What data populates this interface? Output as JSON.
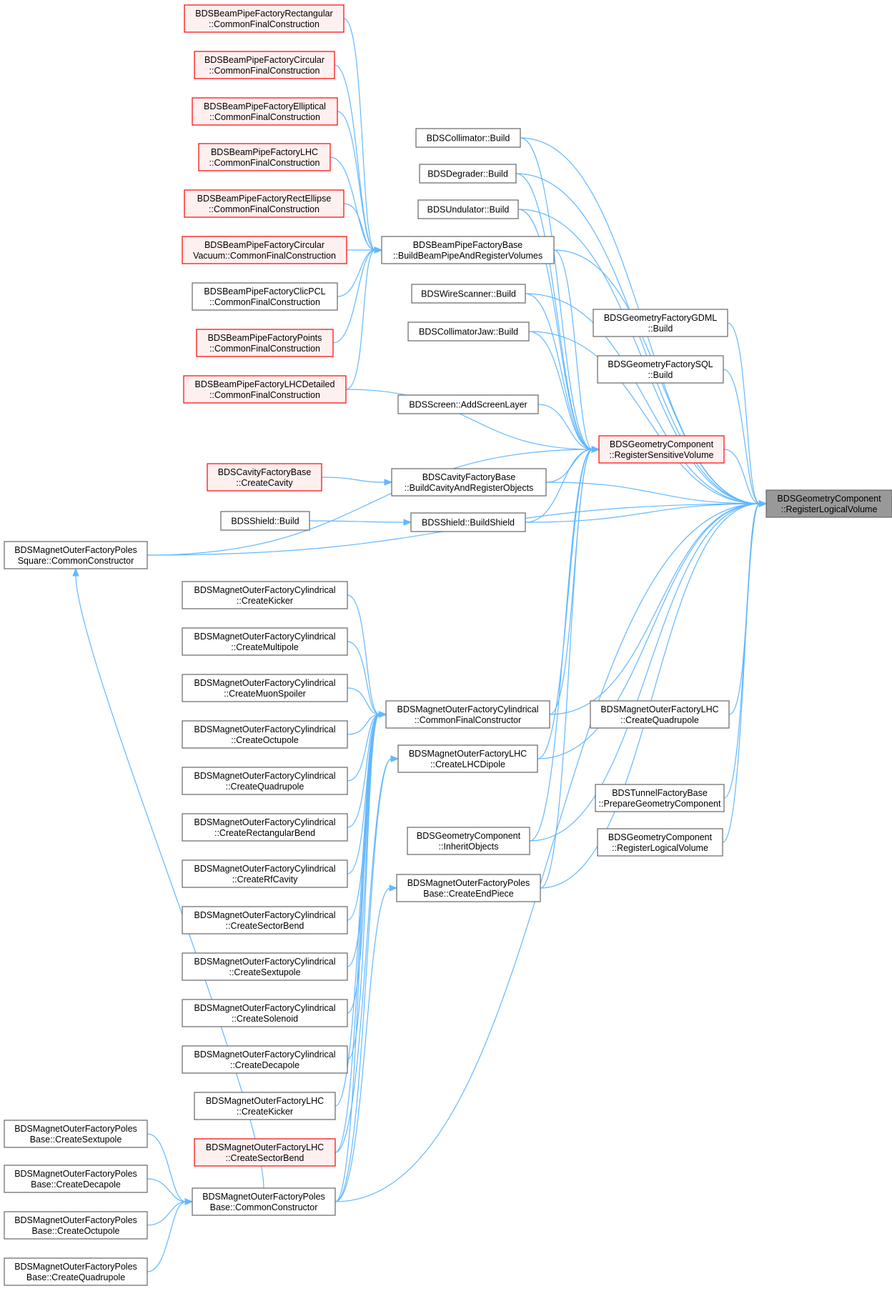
{
  "graph": {
    "target": "n_target",
    "nodes": [
      {
        "id": "n_target",
        "lines": [
          "BDSGeometryComponent",
          "::RegisterLogicalVolume"
        ],
        "style": "target"
      },
      {
        "id": "n_rsv",
        "lines": [
          "BDSGeometryComponent",
          "::RegisterSensitiveVolume"
        ],
        "style": "red"
      },
      {
        "id": "n_bbp",
        "lines": [
          "BDSBeamPipeFactoryBase",
          "::BuildBeamPipeAndRegisterVolumes"
        ],
        "style": "normal"
      },
      {
        "id": "n_bp_rect",
        "lines": [
          "BDSBeamPipeFactoryRectangular",
          "::CommonFinalConstruction"
        ],
        "style": "red"
      },
      {
        "id": "n_bp_circ",
        "lines": [
          "BDSBeamPipeFactoryCircular",
          "::CommonFinalConstruction"
        ],
        "style": "red"
      },
      {
        "id": "n_bp_ell",
        "lines": [
          "BDSBeamPipeFactoryElliptical",
          "::CommonFinalConstruction"
        ],
        "style": "red"
      },
      {
        "id": "n_bp_lhc",
        "lines": [
          "BDSBeamPipeFactoryLHC",
          "::CommonFinalConstruction"
        ],
        "style": "red"
      },
      {
        "id": "n_bp_recte",
        "lines": [
          "BDSBeamPipeFactoryRectEllipse",
          "::CommonFinalConstruction"
        ],
        "style": "red"
      },
      {
        "id": "n_bp_cvac",
        "lines": [
          "BDSBeamPipeFactoryCircular",
          "Vacuum::CommonFinalConstruction"
        ],
        "style": "red"
      },
      {
        "id": "n_bp_clic",
        "lines": [
          "BDSBeamPipeFactoryClicPCL",
          "::CommonFinalConstruction"
        ],
        "style": "normal"
      },
      {
        "id": "n_bp_pts",
        "lines": [
          "BDSBeamPipeFactoryPoints",
          "::CommonFinalConstruction"
        ],
        "style": "red"
      },
      {
        "id": "n_bp_lhcd",
        "lines": [
          "BDSBeamPipeFactoryLHCDetailed",
          "::CommonFinalConstruction"
        ],
        "style": "red"
      },
      {
        "id": "n_coll",
        "lines": [
          "BDSCollimator::Build"
        ],
        "style": "normal"
      },
      {
        "id": "n_deg",
        "lines": [
          "BDSDegrader::Build"
        ],
        "style": "normal"
      },
      {
        "id": "n_und",
        "lines": [
          "BDSUndulator::Build"
        ],
        "style": "normal"
      },
      {
        "id": "n_wire",
        "lines": [
          "BDSWireScanner::Build"
        ],
        "style": "normal"
      },
      {
        "id": "n_cjaw",
        "lines": [
          "BDSCollimatorJaw::Build"
        ],
        "style": "normal"
      },
      {
        "id": "n_screen",
        "lines": [
          "BDSScreen::AddScreenLayer"
        ],
        "style": "normal"
      },
      {
        "id": "n_gdml",
        "lines": [
          "BDSGeometryFactoryGDML",
          "::Build"
        ],
        "style": "normal"
      },
      {
        "id": "n_sql",
        "lines": [
          "BDSGeometryFactorySQL",
          "::Build"
        ],
        "style": "normal"
      },
      {
        "id": "n_cavf",
        "lines": [
          "BDSCavityFactoryBase",
          "::CreateCavity"
        ],
        "style": "red"
      },
      {
        "id": "n_cavb",
        "lines": [
          "BDSCavityFactoryBase",
          "::BuildCavityAndRegisterObjects"
        ],
        "style": "normal"
      },
      {
        "id": "n_shield",
        "lines": [
          "BDSShield::Build"
        ],
        "style": "normal"
      },
      {
        "id": "n_bshield",
        "lines": [
          "BDSShield::BuildShield"
        ],
        "style": "normal"
      },
      {
        "id": "n_sqcc",
        "lines": [
          "BDSMagnetOuterFactoryPoles",
          "Square::CommonConstructor"
        ],
        "style": "normal"
      },
      {
        "id": "n_cyl_kick",
        "lines": [
          "BDSMagnetOuterFactoryCylindrical",
          "::CreateKicker"
        ],
        "style": "normal"
      },
      {
        "id": "n_cyl_mult",
        "lines": [
          "BDSMagnetOuterFactoryCylindrical",
          "::CreateMultipole"
        ],
        "style": "normal"
      },
      {
        "id": "n_cyl_muon",
        "lines": [
          "BDSMagnetOuterFactoryCylindrical",
          "::CreateMuonSpoiler"
        ],
        "style": "normal"
      },
      {
        "id": "n_cyl_oct",
        "lines": [
          "BDSMagnetOuterFactoryCylindrical",
          "::CreateOctupole"
        ],
        "style": "normal"
      },
      {
        "id": "n_cyl_quad",
        "lines": [
          "BDSMagnetOuterFactoryCylindrical",
          "::CreateQuadrupole"
        ],
        "style": "normal"
      },
      {
        "id": "n_cyl_rect",
        "lines": [
          "BDSMagnetOuterFactoryCylindrical",
          "::CreateRectangularBend"
        ],
        "style": "normal"
      },
      {
        "id": "n_cyl_rf",
        "lines": [
          "BDSMagnetOuterFactoryCylindrical",
          "::CreateRfCavity"
        ],
        "style": "normal"
      },
      {
        "id": "n_cyl_sect",
        "lines": [
          "BDSMagnetOuterFactoryCylindrical",
          "::CreateSectorBend"
        ],
        "style": "normal"
      },
      {
        "id": "n_cyl_sext",
        "lines": [
          "BDSMagnetOuterFactoryCylindrical",
          "::CreateSextupole"
        ],
        "style": "normal"
      },
      {
        "id": "n_cyl_sol",
        "lines": [
          "BDSMagnetOuterFactoryCylindrical",
          "::CreateSolenoid"
        ],
        "style": "normal"
      },
      {
        "id": "n_cyl_dec",
        "lines": [
          "BDSMagnetOuterFactoryCylindrical",
          "::CreateDecapole"
        ],
        "style": "normal"
      },
      {
        "id": "n_lhc_kick",
        "lines": [
          "BDSMagnetOuterFactoryLHC",
          "::CreateKicker"
        ],
        "style": "normal"
      },
      {
        "id": "n_lhc_sect",
        "lines": [
          "BDSMagnetOuterFactoryLHC",
          "::CreateSectorBend"
        ],
        "style": "red"
      },
      {
        "id": "n_cylfc",
        "lines": [
          "BDSMagnetOuterFactoryCylindrical",
          "::CommonFinalConstructor"
        ],
        "style": "normal"
      },
      {
        "id": "n_lhcdip",
        "lines": [
          "BDSMagnetOuterFactoryLHC",
          "::CreateLHCDipole"
        ],
        "style": "normal"
      },
      {
        "id": "n_inherit",
        "lines": [
          "BDSGeometryComponent",
          "::InheritObjects"
        ],
        "style": "normal"
      },
      {
        "id": "n_endp",
        "lines": [
          "BDSMagnetOuterFactoryPoles",
          "Base::CreateEndPiece"
        ],
        "style": "normal"
      },
      {
        "id": "n_lhcquad",
        "lines": [
          "BDSMagnetOuterFactoryLHC",
          "::CreateQuadrupole"
        ],
        "style": "normal"
      },
      {
        "id": "n_tunnel",
        "lines": [
          "BDSTunnelFactoryBase",
          "::PrepareGeometryComponent"
        ],
        "style": "normal"
      },
      {
        "id": "n_rlv2",
        "lines": [
          "BDSGeometryComponent",
          "::RegisterLogicalVolume"
        ],
        "style": "normal"
      },
      {
        "id": "n_pb_cc",
        "lines": [
          "BDSMagnetOuterFactoryPoles",
          "Base::CommonConstructor"
        ],
        "style": "normal"
      },
      {
        "id": "n_pb_sext",
        "lines": [
          "BDSMagnetOuterFactoryPoles",
          "Base::CreateSextupole"
        ],
        "style": "normal"
      },
      {
        "id": "n_pb_dec",
        "lines": [
          "BDSMagnetOuterFactoryPoles",
          "Base::CreateDecapole"
        ],
        "style": "normal"
      },
      {
        "id": "n_pb_oct",
        "lines": [
          "BDSMagnetOuterFactoryPoles",
          "Base::CreateOctupole"
        ],
        "style": "normal"
      },
      {
        "id": "n_pb_quad",
        "lines": [
          "BDSMagnetOuterFactoryPoles",
          "Base::CreateQuadrupole"
        ],
        "style": "normal"
      }
    ]
  },
  "colors": {
    "edge": "#63b8ff",
    "border": "#666666",
    "red_border": "#ff0000",
    "red_fill": "#fff0f0",
    "target_fill": "#999999"
  }
}
